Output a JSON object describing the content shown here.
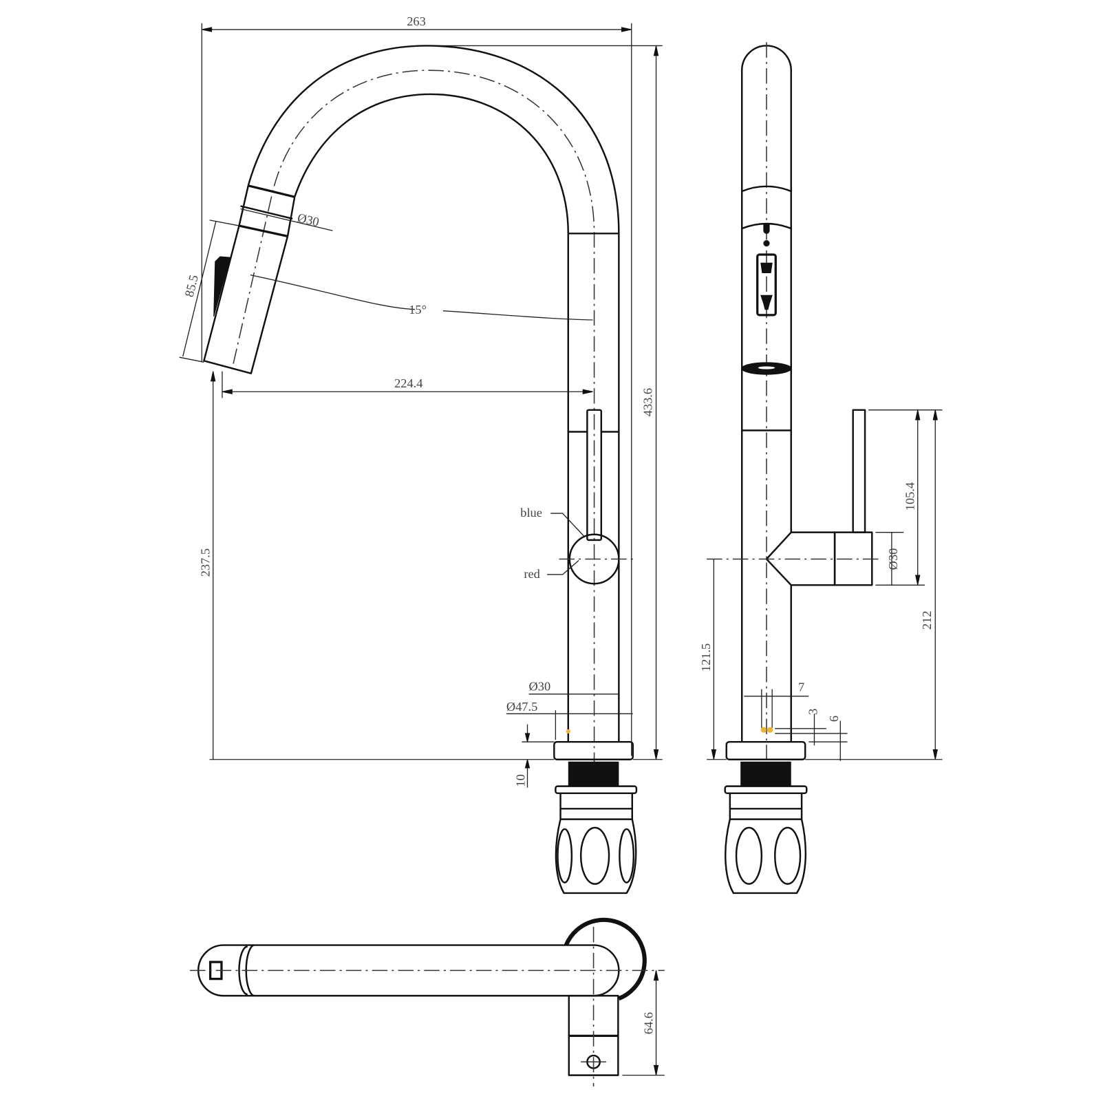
{
  "drawing": {
    "title": "Pull-down kitchen faucet technical drawing",
    "accent_color": "#f0b030",
    "front_view": {
      "width_263": "263",
      "height_433_6": "433.6",
      "reach_224_4": "224.4",
      "spout_height_237_5": "237.5",
      "head_length_85_5": "85.5",
      "tilt_angle": "15°",
      "head_diameter": "Ø30",
      "body_diameter": "Ø30",
      "base_diameter": "Ø47.5",
      "base_thickness": "10",
      "label_blue": "blue",
      "label_red": "red"
    },
    "side_view": {
      "lever_height": "105.4",
      "handle_diameter": "Ø30",
      "total_lever_height": "212",
      "handle_axis_height": "121.5",
      "spacing_7": "7",
      "offset_3": "3",
      "offset_6": "6"
    },
    "top_view": {
      "offset_64_6": "64.6"
    }
  }
}
